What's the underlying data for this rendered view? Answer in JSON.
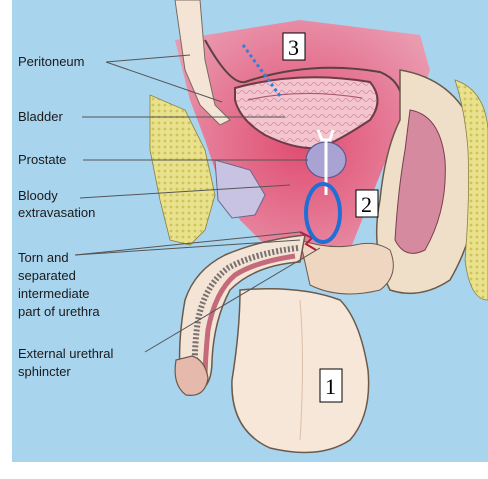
{
  "labels": {
    "peritoneum": "Peritoneum",
    "bladder": "Bladder",
    "prostate": "Prostate",
    "bloody_1": "Bloody",
    "bloody_2": "extravasation",
    "torn_1": "Torn and",
    "torn_2": "separated",
    "torn_3": "intermediate",
    "torn_4": "part of urethra",
    "ext_1": "External urethral",
    "ext_2": "sphincter"
  },
  "markers": {
    "m1": "1",
    "m2": "2",
    "m3": "3"
  },
  "colors": {
    "background": "#a9d4ee",
    "extravasation": "#ee5a79",
    "bladder_wall": "#f4c3cc",
    "prostate": "#a9a3d4",
    "skin": "#f3e4d6",
    "highlight_ring": "#1f6fd6",
    "dotted_arrow": "#2f7fdb"
  }
}
